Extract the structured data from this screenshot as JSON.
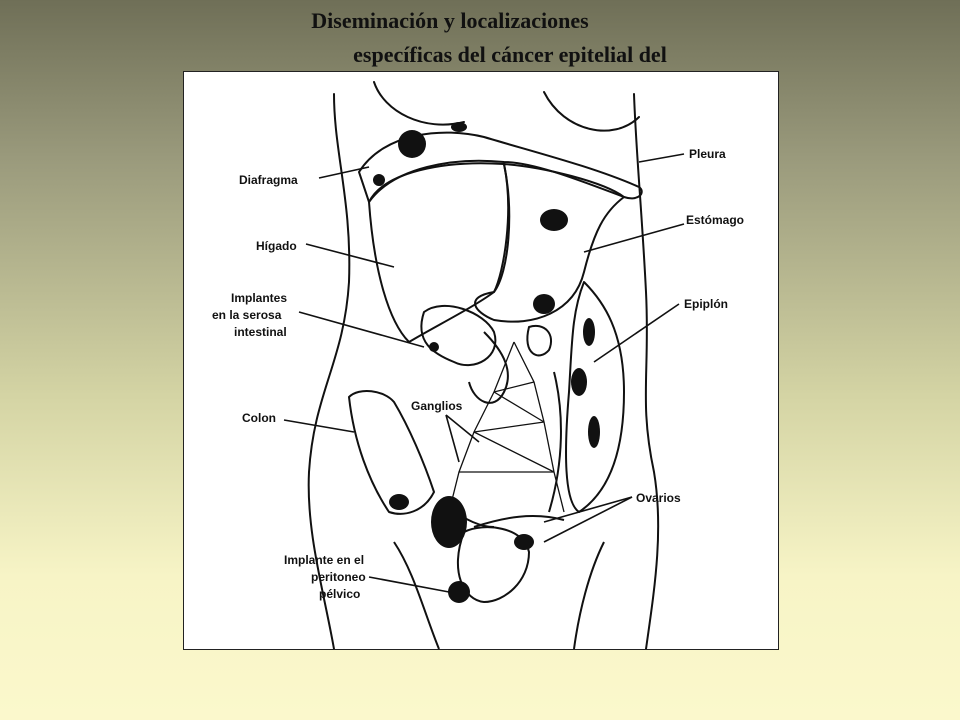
{
  "title": {
    "line1": "Diseminación y localizaciones",
    "line2": "específicas del cáncer epitelial del"
  },
  "labels": {
    "diafragma": "Diafragma",
    "higado": "Hígado",
    "implantes_1": "Implantes",
    "implantes_2": "en la serosa",
    "implantes_3": "intestinal",
    "colon": "Colon",
    "ganglios": "Ganglios",
    "pleura": "Pleura",
    "estomago": "Estómago",
    "epiplon": "Epiplón",
    "ovarios": "Ovarios",
    "peritoneo_1": "Implante en el",
    "peritoneo_2": "peritoneo",
    "peritoneo_3": "pélvico"
  },
  "colors": {
    "ink": "#111111",
    "panel": "#ffffff"
  }
}
